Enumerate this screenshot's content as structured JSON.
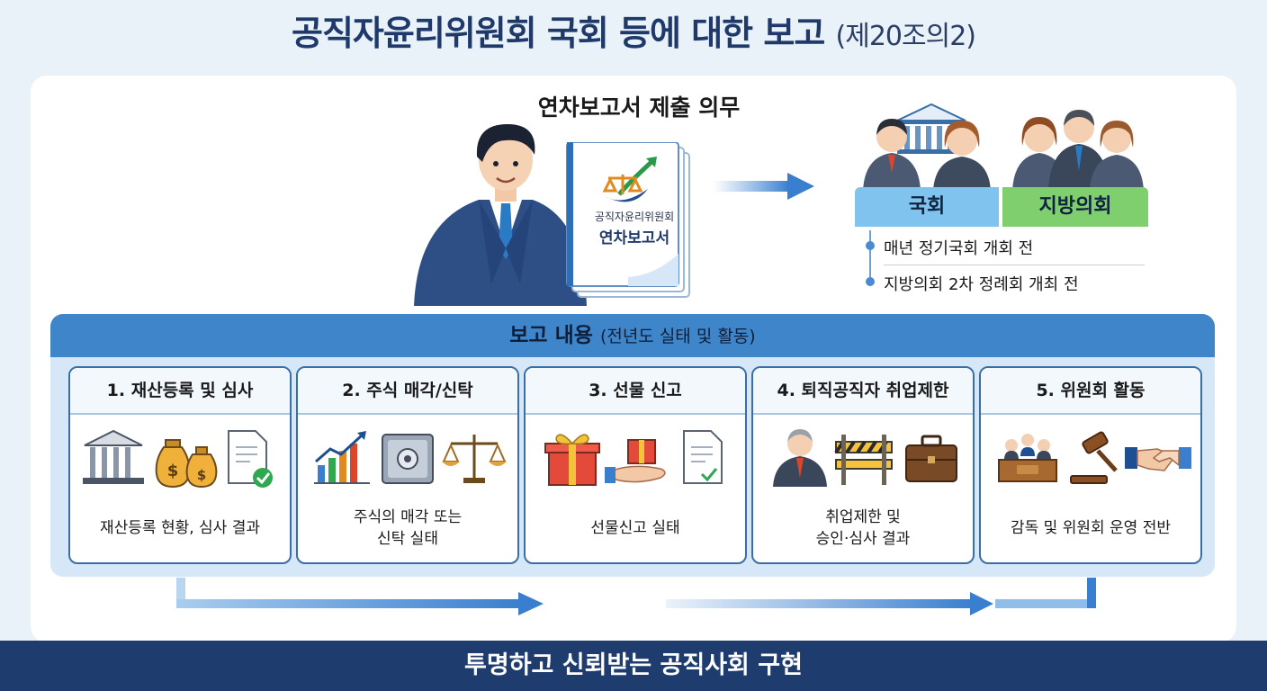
{
  "header": {
    "title": "공직자윤리위원회 국회 등에 대한 보고",
    "subtitle": "(제20조의2)"
  },
  "duty": {
    "title": "연차보고서 제출 의무",
    "document": {
      "org_line": "공직자윤리위원회",
      "name_line": "연차보고서"
    }
  },
  "recipients": {
    "national": "국회",
    "local": "지방의회",
    "timeline": [
      "매년 정기국회 개회 전",
      "지방의회 2차 정례회 개최 전"
    ]
  },
  "report": {
    "title": "보고 내용",
    "subtitle": "(전년도 실태 및 활동)",
    "items": [
      {
        "title": "1. 재산등록 및 심사",
        "desc": "재산등록 현황, 심사 결과",
        "icons": [
          "bank-icon",
          "money-bags-icon",
          "checked-document-icon"
        ]
      },
      {
        "title": "2. 주식 매각/신탁",
        "desc": "주식의 매각 또는\n신탁 실태",
        "icons": [
          "growth-chart-icon",
          "safe-icon",
          "scales-icon"
        ]
      },
      {
        "title": "3. 선물 신고",
        "desc": "선물신고 실태",
        "icons": [
          "gift-box-icon",
          "gift-hand-icon",
          "checked-document-icon"
        ]
      },
      {
        "title": "4. 퇴직공직자 취업제한",
        "desc": "취업제한 및\n승인·심사 결과",
        "icons": [
          "official-person-icon",
          "barrier-icon",
          "briefcase-icon"
        ]
      },
      {
        "title": "5. 위원회 활동",
        "desc": "감독 및 위원회 운영 전반",
        "icons": [
          "committee-meeting-icon",
          "gavel-icon",
          "handshake-icon"
        ]
      }
    ]
  },
  "footer": {
    "slogan": "투명하고 신뢰받는 공직사회 구현"
  },
  "colors": {
    "title": "#1f3a6a",
    "national_tab": "#7fc3ee",
    "local_tab": "#7fcf6e",
    "report_header": "#3e85c9",
    "card_border": "#3a6ea6",
    "footer": "#1e3c6e"
  }
}
